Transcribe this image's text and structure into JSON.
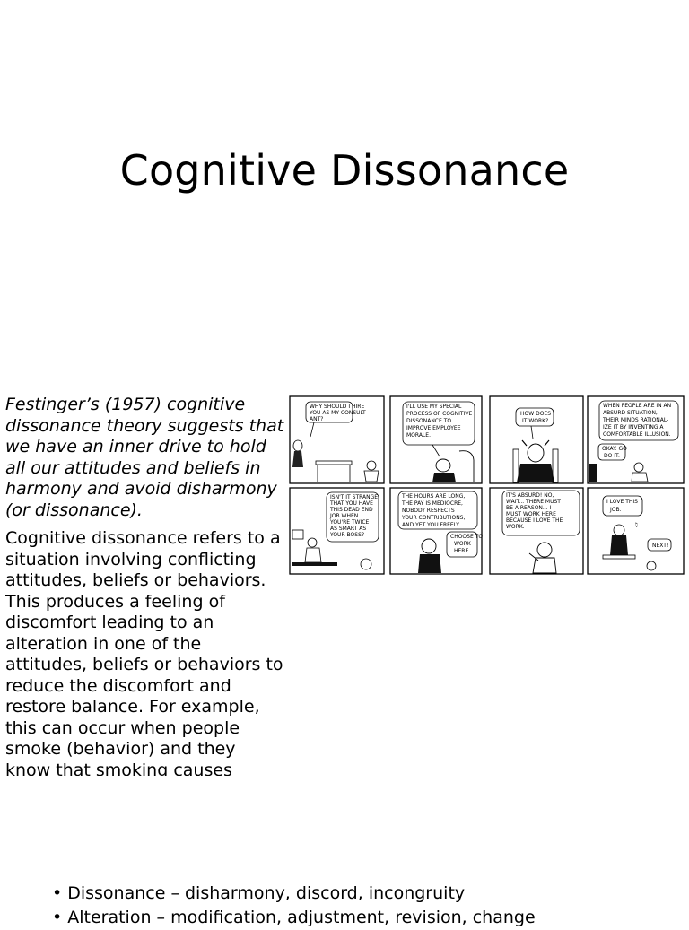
{
  "slide": {
    "title": "Cognitive Dissonance"
  },
  "body": {
    "para1": "Festinger’s (1957) cognitive dissonance theory suggests that we have an inner drive to hold all our attitudes and beliefs in harmony and avoid disharmony (or dissonance).",
    "para2": "Cognitive dissonance refers to a situation involving conflicting attitudes, beliefs or behaviors. This produces a feeling of discomfort leading to an alteration in one of the attitudes, beliefs or behaviors to reduce the discomfort and restore balance. For example, this can occur when people smoke (behavior) and they know that smoking causes cancer (cognition)."
  },
  "comic": {
    "panel1": [
      "WHY SHOULD I HIRE",
      "YOU AS MY CONSULT-",
      "ANT?"
    ],
    "panel2": [
      "I'LL USE MY SPECIAL",
      "PROCESS OF COGNITIVE",
      "DISSONANCE TO",
      "IMPROVE EMPLOYEE",
      "MORALE."
    ],
    "panel3": [
      "HOW DOES",
      "IT WORK?"
    ],
    "panel4": [
      "WHEN PEOPLE ARE IN AN",
      "ABSURD SITUATION,",
      "THEIR MINDS RATIONAL-",
      "IZE IT BY INVENTING A",
      "COMFORTABLE ILLUSION."
    ],
    "panel4b": [
      "OKAY. GO",
      "DO IT."
    ],
    "panel5": [
      "ISN'T IT STRANGE",
      "THAT YOU HAVE",
      "THIS DEAD END",
      "JOB WHEN",
      "YOU'RE TWICE",
      "AS SMART AS",
      "YOUR BOSS?"
    ],
    "panel6": [
      "THE HOURS ARE LONG,",
      "THE PAY IS MEDIOCRE,",
      "NOBODY RESPECTS",
      "YOUR CONTRIBUTIONS,",
      "AND YET YOU FREELY"
    ],
    "panel6b": [
      "CHOOSE TO",
      "WORK",
      "HERE."
    ],
    "panel7": [
      "IT'S ABSURD! NO,",
      "WAIT... THERE MUST",
      "BE A REASON... I",
      "MUST WORK HERE",
      "BECAUSE I LOVE THE",
      "WORK."
    ],
    "panel8": [
      "I LOVE THIS",
      "JOB."
    ],
    "panel8b": [
      "NEXT!"
    ]
  },
  "bullets": [
    "Dissonance – disharmony, discord, incongruity",
    "Alteration – modification, adjustment, revision, change"
  ]
}
